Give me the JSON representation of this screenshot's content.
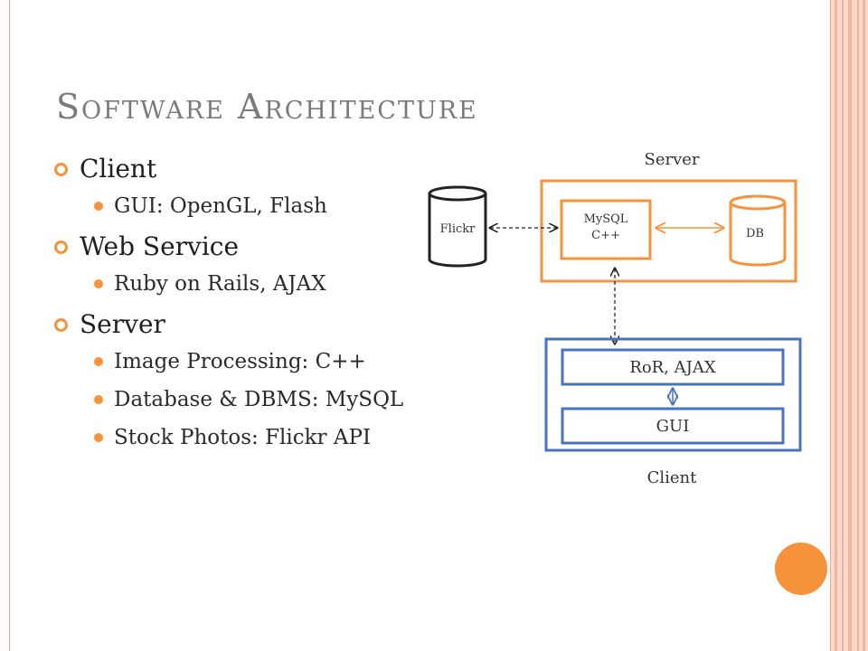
{
  "slide": {
    "title": "Software Architecture",
    "bullets": [
      {
        "label": "Client",
        "children": [
          "GUI: OpenGL, Flash"
        ]
      },
      {
        "label": "Web Service",
        "children": [
          "Ruby on Rails, AJAX"
        ]
      },
      {
        "label": "Server",
        "children": [
          "Image Processing: C++",
          "Database & DBMS: MySQL",
          "Stock Photos: Flickr API"
        ]
      }
    ]
  },
  "diagram": {
    "server_caption": "Server",
    "client_caption": "Client",
    "flickr_label": "Flickr",
    "mysql_line1": "MySQL",
    "mysql_line2": "C++",
    "db_label": "DB",
    "ror_label": "RoR, AJAX",
    "gui_label": "GUI"
  },
  "colors": {
    "accent_orange": "#f6923a",
    "client_blue": "#4a72c4",
    "title_gray": "#7a7a7a"
  }
}
